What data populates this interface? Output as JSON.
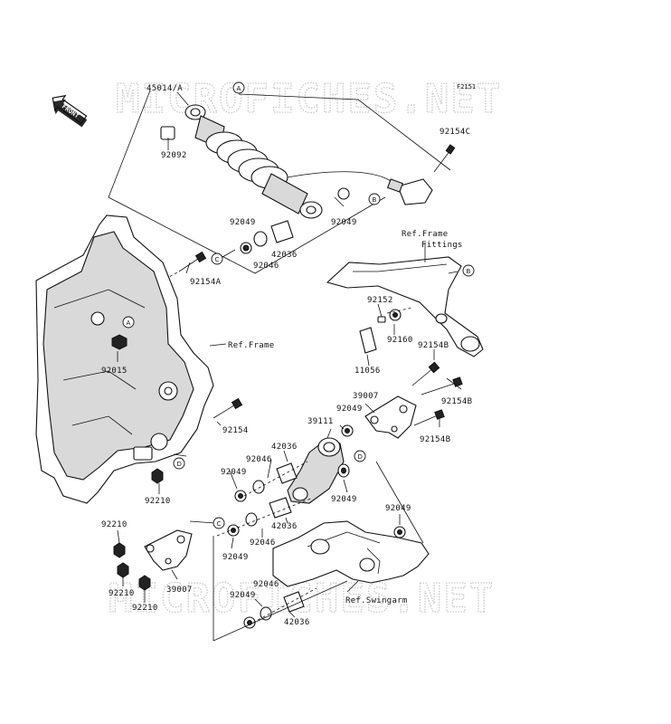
{
  "watermark": "MICROFICHES.NET",
  "diagram_code": "F2151",
  "front_arrow": {
    "label": "FRONT",
    "icon": "front-arrow-icon"
  },
  "callouts": [
    "A",
    "B",
    "C",
    "D"
  ],
  "parts": {
    "p45014": "45014/A",
    "p92092": "92092",
    "p92154c": "92154C",
    "p92049_a": "92049",
    "p92049_b": "92049",
    "p42036_a": "42036",
    "p92046_a": "92046",
    "p92154a": "92154A",
    "ref_frame_fittings_1": "Ref.Frame",
    "ref_frame_fittings_2": "Fittings",
    "p92152": "92152",
    "p92160": "92160",
    "p11056": "11056",
    "p92154b_a": "92154B",
    "p92154b_b": "92154B",
    "p92154b_c": "92154B",
    "p92015": "92015",
    "ref_frame": "Ref.Frame",
    "p39007_a": "39007",
    "p92049_c": "92049",
    "p39111": "39111",
    "p92154": "92154",
    "p42036_b": "42036",
    "p92046_b": "92046",
    "p92049_d": "92049",
    "p92049_e": "92049",
    "p92210_a": "92210",
    "p42036_c": "42036",
    "p92046_c": "92046",
    "p92049_f": "92049",
    "p92049_g": "92049",
    "p92210_b": "92210",
    "p92210_c": "92210",
    "p92210_d": "92210",
    "p39007_b": "39007",
    "p92046_d": "92046",
    "p92049_h": "92049",
    "ref_swingarm": "Ref.Swingarm",
    "p42036_d": "42036"
  }
}
